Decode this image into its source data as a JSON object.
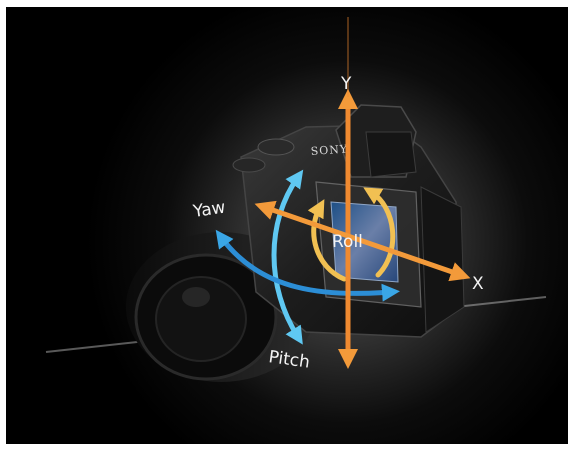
{
  "image": {
    "labels": {
      "y_axis": "Y",
      "x_axis": "X",
      "yaw": "Yaw",
      "roll": "Roll",
      "pitch": "Pitch"
    },
    "camera_brand": "SONY",
    "colors": {
      "background": "#000000",
      "y_axis_arrow": "#f08a30",
      "x_axis_arrow": "#f39a3a",
      "yaw_arrow": "#2c8ed6",
      "pitch_arrow": "#46b8ee",
      "roll_arrow": "#f1c052",
      "frame_border": "#ffffff"
    }
  }
}
